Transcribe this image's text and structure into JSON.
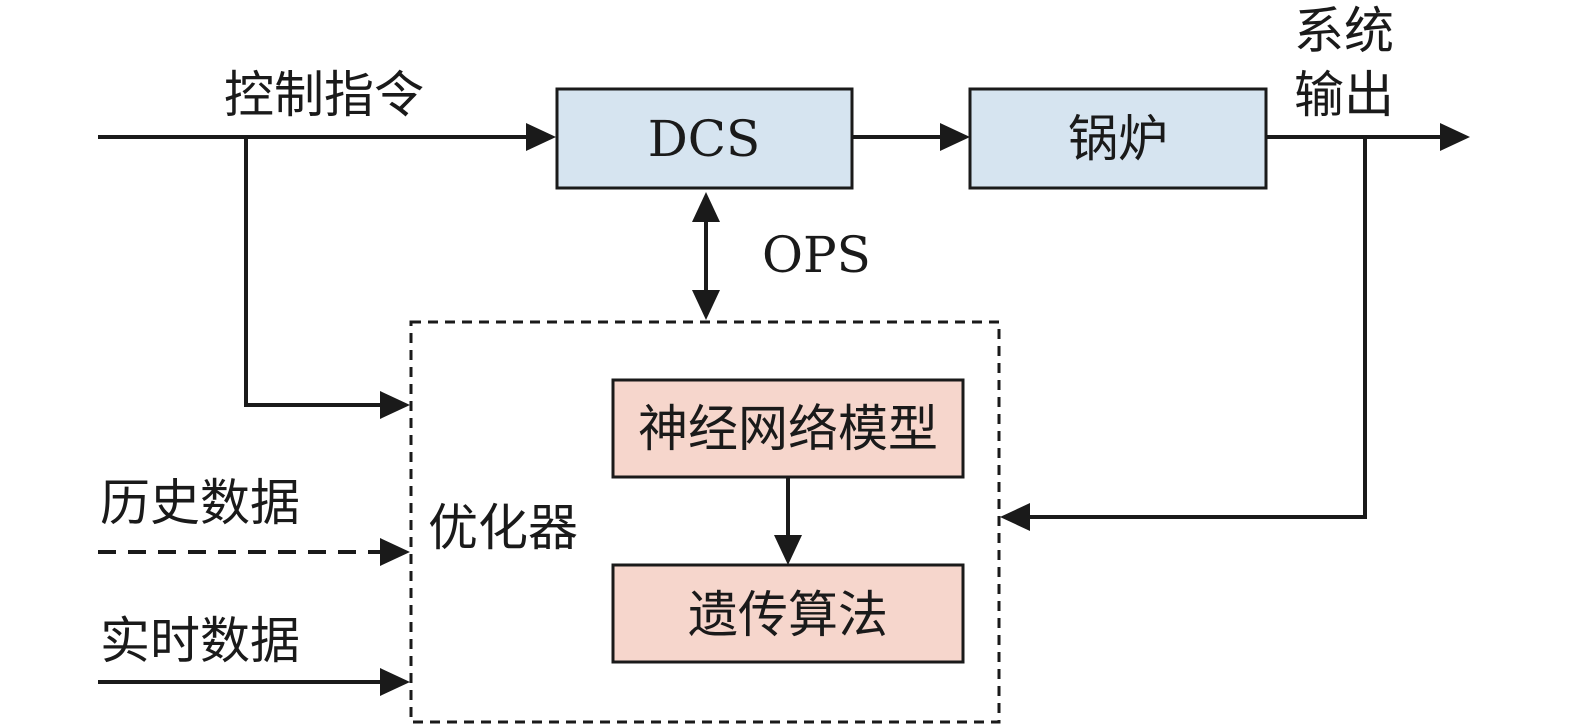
{
  "labels": {
    "control_command": "控制指令",
    "system_output_line1": "系统",
    "system_output_line2": "输出",
    "ops": "OPS",
    "history_data": "历史数据",
    "realtime_data": "实时数据",
    "optimizer": "优化器"
  },
  "blocks": {
    "dcs": "DCS",
    "boiler": "锅炉",
    "neural_network": "神经网络模型",
    "genetic_algorithm": "遗传算法"
  },
  "colors": {
    "process_block_fill": "#d6e4f0",
    "optimizer_block_fill": "#f6d6cc",
    "line": "#1a1a1a"
  }
}
